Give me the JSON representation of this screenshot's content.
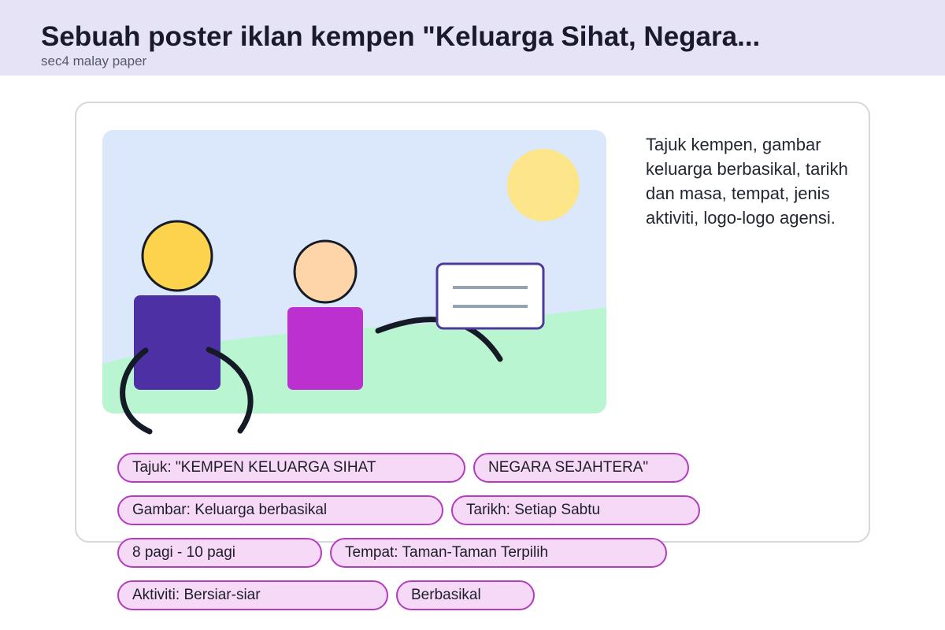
{
  "header": {
    "title": "Sebuah poster iklan kempen \"Keluarga Sihat, Negara...",
    "subtitle": "sec4 malay paper"
  },
  "card": {
    "description": "Tajuk kempen, gambar keluarga berbasikal, tarikh dan masa, tempat, jenis aktiviti, logo-logo agensi."
  },
  "chips": [
    "Tajuk: \"KEMPEN KELUARGA SIHAT",
    "NEGARA SEJAHTERA\"",
    "Gambar: Keluarga berbasikal",
    "Tarikh: Setiap Sabtu",
    "8 pagi - 10 pagi",
    "Tempat: Taman-Taman Terpilih",
    "Aktiviti: Bersiar-siar",
    "Berbasikal"
  ],
  "colors": {
    "sky": "#dbe7fb",
    "grass": "#baf5d1",
    "sun": "#fde58a",
    "adult_head": "#fdd24d",
    "adult_body": "#4d30a3",
    "child_head": "#fed5a8",
    "child_body": "#bb30cf",
    "sign_border": "#4d3a9b",
    "chip_border": "#b43cbf",
    "chip_fill": "#f6d9f7"
  }
}
